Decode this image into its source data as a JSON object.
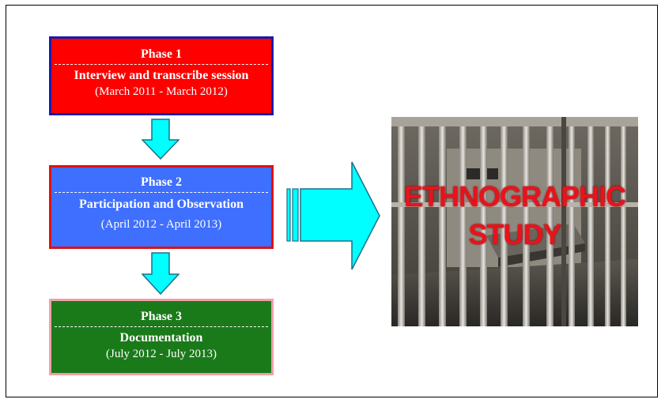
{
  "phases": [
    {
      "title": "Phase 1",
      "description": "Interview and transcribe session",
      "period": "(March 2011 - March 2012)"
    },
    {
      "title": "Phase 2",
      "description": "Participation and Observation",
      "period": "(April 2012 - April 2013)"
    },
    {
      "title": "Phase 3",
      "description": "Documentation",
      "period": "(July 2012 - July 2013)"
    }
  ],
  "image_label": {
    "line1": "ETHNOGRAPHIC",
    "line2": "STUDY"
  },
  "colors": {
    "phase1_fill": "#ff0000",
    "phase1_border": "#1a1aa8",
    "phase2_fill": "#3f6fff",
    "phase2_border": "#e01010",
    "phase3_fill": "#1a7a1a",
    "phase3_border": "#f0a0a8",
    "arrow_fill": "#00ffff",
    "label_color": "#e8131b"
  },
  "icons": {
    "down_arrow": "down-arrow-icon",
    "right_arrow": "striped-right-arrow-icon"
  }
}
